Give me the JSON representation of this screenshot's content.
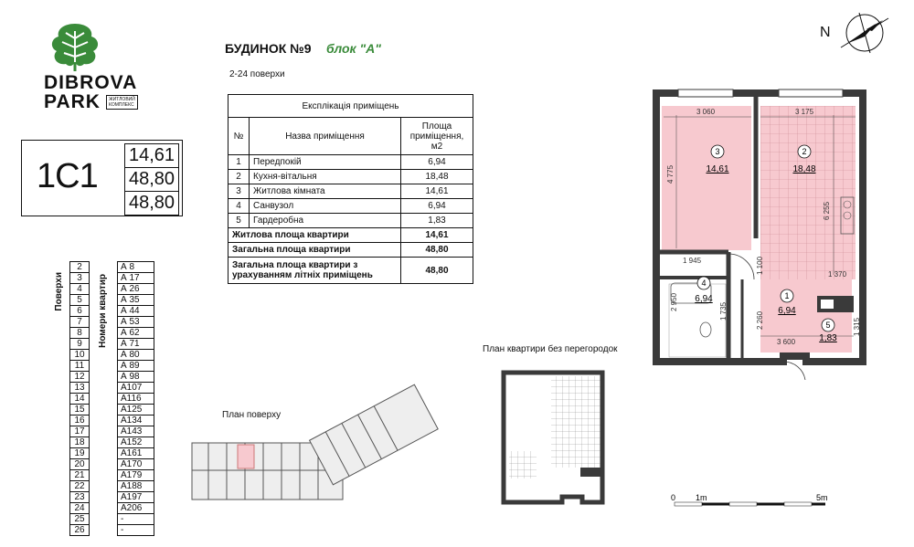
{
  "logo": {
    "line1": "DIBROVA",
    "line2": "PARK",
    "sub1": "ЖИТЛОВИЙ",
    "sub2": "КОМПЛЕКС"
  },
  "header": {
    "building": "БУДИНОК №9",
    "block": "блок \"А\"",
    "floors": "2-24 поверхи"
  },
  "code": "1С1",
  "areas": [
    "14,61",
    "48,80",
    "48,80"
  ],
  "table": {
    "title": "Експлікація приміщень",
    "col_num": "№",
    "col_name": "Назва приміщення",
    "col_area": "Площа приміщення, м2",
    "rows": [
      {
        "n": "1",
        "name": "Передпокій",
        "area": "6,94"
      },
      {
        "n": "2",
        "name": "Кухня-вітальня",
        "area": "18,48"
      },
      {
        "n": "3",
        "name": "Житлова кімната",
        "area": "14,61"
      },
      {
        "n": "4",
        "name": "Санвузол",
        "area": "6,94"
      },
      {
        "n": "5",
        "name": "Гардеробна",
        "area": "1,83"
      }
    ],
    "totals": [
      {
        "name": "Житлова площа квартири",
        "area": "14,61"
      },
      {
        "name": "Загальна площа квартири",
        "area": "48,80"
      },
      {
        "name": "Загальна площа квартири з урахуванням літніх приміщень",
        "area": "48,80"
      }
    ]
  },
  "floors_table": {
    "label_floor": "Поверхи",
    "label_apt": "Номери квартир",
    "rows": [
      [
        "2",
        "А 8"
      ],
      [
        "3",
        "А 17"
      ],
      [
        "4",
        "А 26"
      ],
      [
        "5",
        "А 35"
      ],
      [
        "6",
        "А 44"
      ],
      [
        "7",
        "А 53"
      ],
      [
        "8",
        "А 62"
      ],
      [
        "9",
        "А 71"
      ],
      [
        "10",
        "А 80"
      ],
      [
        "11",
        "А 89"
      ],
      [
        "12",
        "А 98"
      ],
      [
        "13",
        "А107"
      ],
      [
        "14",
        "А116"
      ],
      [
        "15",
        "А125"
      ],
      [
        "16",
        "А134"
      ],
      [
        "17",
        "А143"
      ],
      [
        "18",
        "А152"
      ],
      [
        "19",
        "А161"
      ],
      [
        "20",
        "А170"
      ],
      [
        "21",
        "А179"
      ],
      [
        "22",
        "А188"
      ],
      [
        "23",
        "А197"
      ],
      [
        "24",
        "А206"
      ],
      [
        "25",
        "-"
      ],
      [
        "26",
        "-"
      ]
    ]
  },
  "compass": "N",
  "plan": {
    "dims": {
      "d1": "3 060",
      "d2": "3 175",
      "d3": "4 775",
      "d4": "6 255",
      "d5": "1 945",
      "d6": "1 100",
      "d7": "1 370",
      "d8": "2 950",
      "d9": "1 735",
      "d10": "2 260",
      "d11": "3 600",
      "d12": "1 315"
    },
    "rooms": [
      {
        "n": "3",
        "area": "14,61"
      },
      {
        "n": "2",
        "area": "18,48"
      },
      {
        "n": "4",
        "area": "6,94"
      },
      {
        "n": "1",
        "area": "6,94"
      },
      {
        "n": "5",
        "area": "1,83"
      }
    ]
  },
  "labels": {
    "floor_plan": "План поверху",
    "open_plan": "План квартири без перегородок"
  },
  "scale": {
    "s0": "0",
    "s1": "1m",
    "s5": "5m"
  },
  "colors": {
    "green": "#3a8b3a",
    "pink": "#f7c9cf",
    "wall": "#3a3a3a"
  }
}
